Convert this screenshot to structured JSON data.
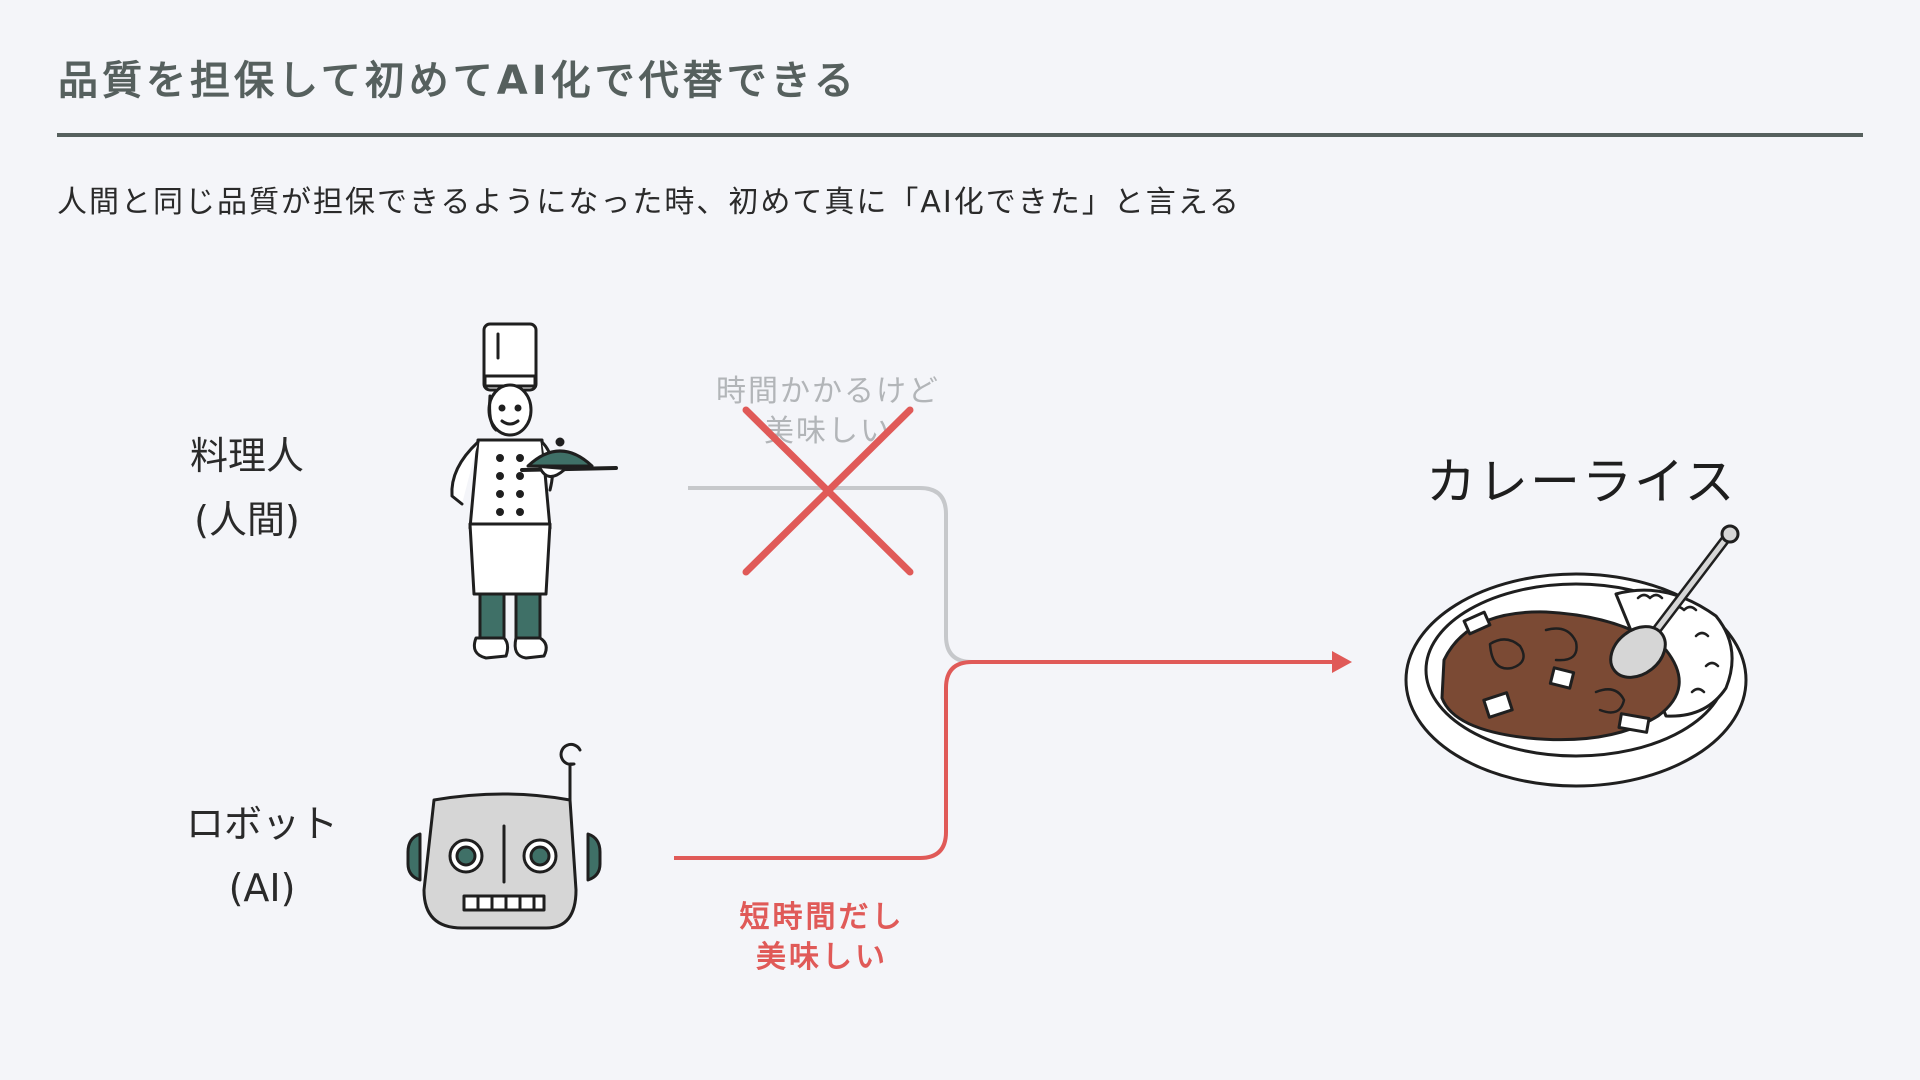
{
  "header": {
    "title": "品質を担保して初めてAI化で代替できる",
    "subtitle": "人間と同じ品質が担保できるようになった時、初めて真に「AI化できた」と言える"
  },
  "diagram": {
    "human": {
      "line1": "料理人",
      "line2": "(人間)"
    },
    "robot": {
      "line1": "ロボット",
      "line2": "(AI)"
    },
    "target": "カレーライス",
    "human_note": {
      "line1": "時間かかるけど",
      "line2": "美味しい"
    },
    "robot_note": {
      "line1": "短時間だし",
      "line2": "美味しい"
    }
  },
  "colors": {
    "title_gray": "#56605e",
    "accent_red": "#e05a58",
    "muted_gray": "#b2b5b8",
    "teal": "#3f7067",
    "curry_brown": "#7b4a34",
    "background": "#f4f5f9"
  },
  "icons": [
    "chef-icon",
    "robot-icon",
    "curry-rice-icon",
    "cross-mark-icon",
    "arrow-head-icon"
  ]
}
